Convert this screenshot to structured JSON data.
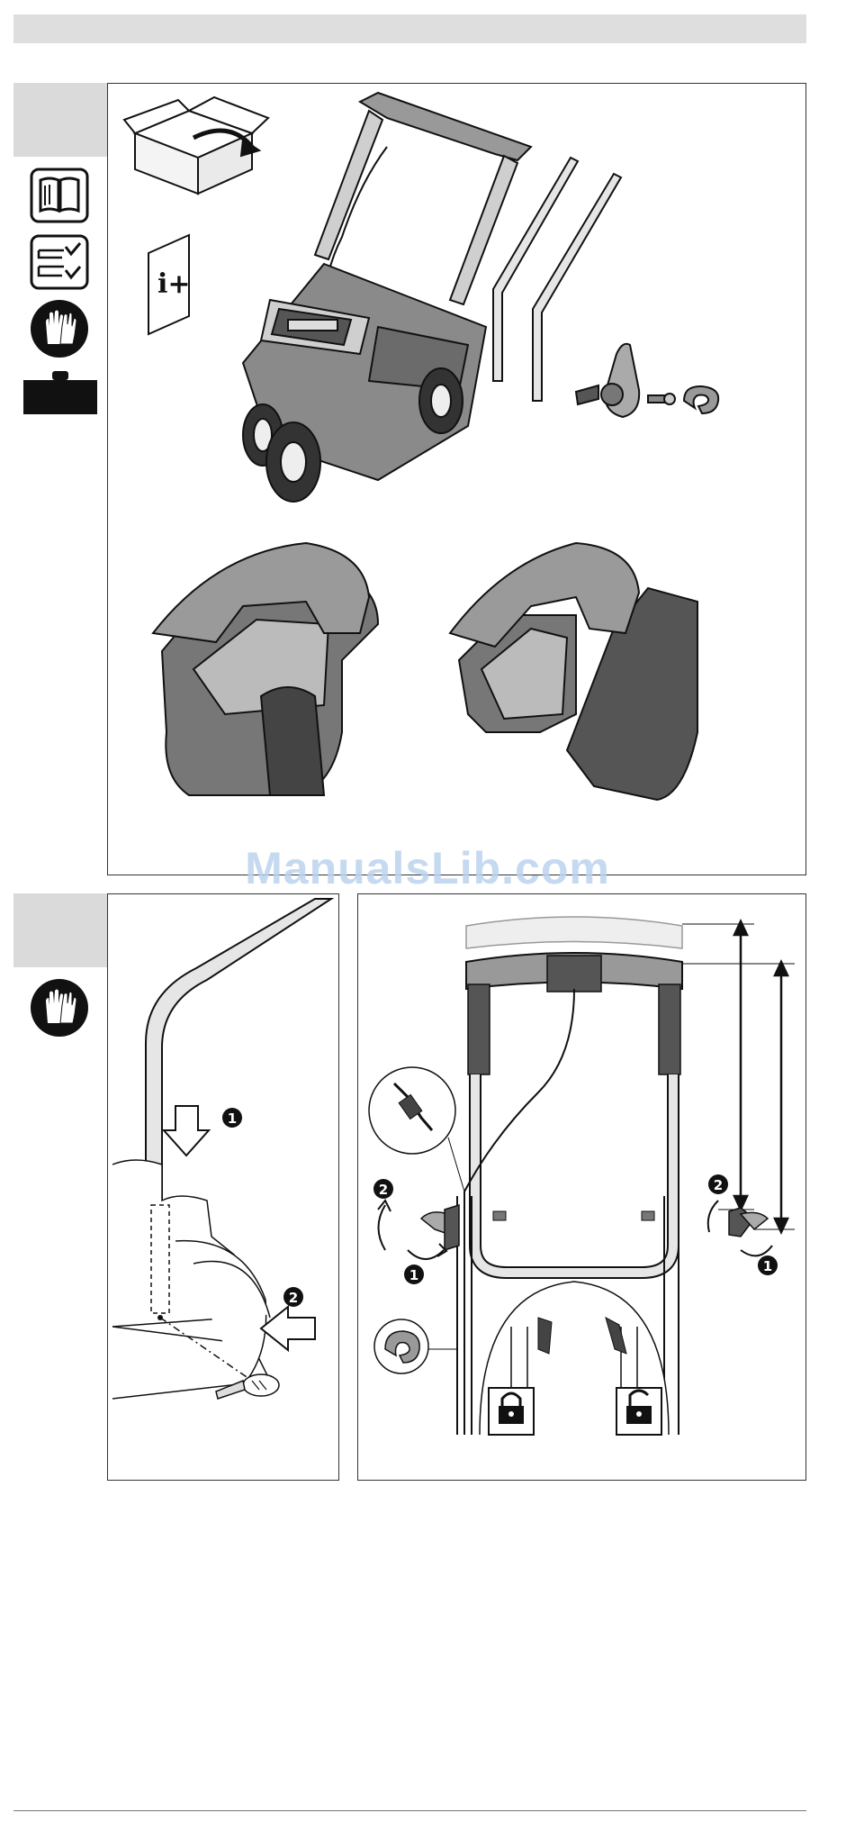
{
  "watermark": "ManualsLib.com",
  "info_sheet_symbol": "i+",
  "step_numbers": {
    "one": "1",
    "two": "2"
  },
  "colors": {
    "panel_border": "#333333",
    "tab_grey": "#dadada",
    "watermark": "#bcd3ee"
  },
  "icons": [
    "manual-book-icon",
    "tool-checklist-icon",
    "gloves-icon",
    "weight-icon",
    "gloves-icon"
  ]
}
